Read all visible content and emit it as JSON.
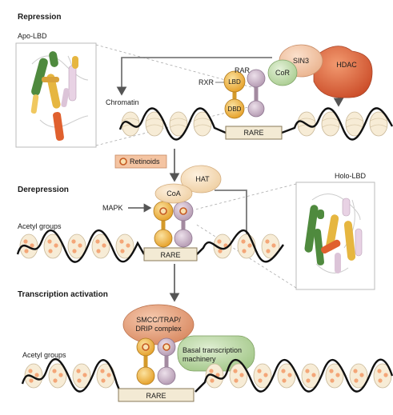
{
  "sections": {
    "repression": "Repression",
    "derepression": "Derepression",
    "activation": "Transcription activation"
  },
  "labels": {
    "apo_lbd": "Apo-LBD",
    "holo_lbd": "Holo-LBD",
    "chromatin": "Chromatin",
    "rxr": "RXR",
    "rar": "RAR",
    "lbd": "LBD",
    "dbd": "DBD",
    "cor": "CoR",
    "sin3": "SIN3",
    "hdac": "HDAC",
    "rare": "RARE",
    "retinoids": "Retinoids",
    "hat": "HAT",
    "coa": "CoA",
    "mapk": "MAPK",
    "acetyl_groups": "Acetyl groups",
    "smcc": [
      "SMCC/TRAP/",
      "DRIP complex"
    ],
    "basal": [
      "Basal transcription",
      "machinery"
    ]
  },
  "colors": {
    "rxr": "#f0b43c",
    "rar": "#cdb6cc",
    "cor": "#c7dfb4",
    "sin3": "#f5c8a6",
    "hdac": "#e0603a",
    "hat": "#f8e2c2",
    "basal": "#c2dcb0",
    "smcc": "#e8a884",
    "rare": "#f3ead4",
    "retinoid": "#e8834a"
  }
}
